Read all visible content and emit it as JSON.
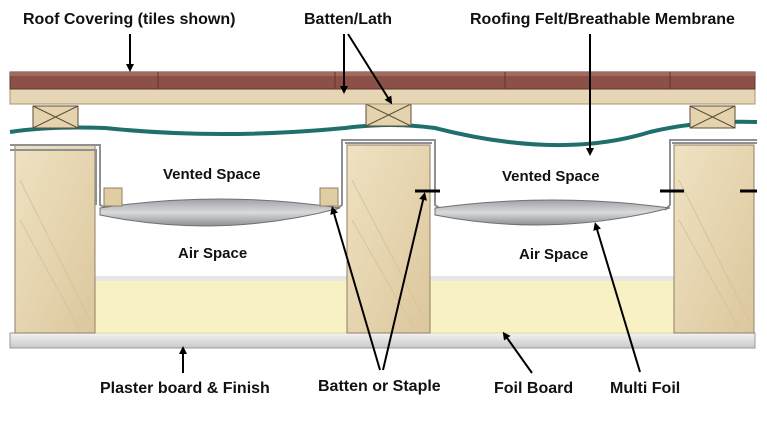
{
  "labels": {
    "roof_covering": "Roof Covering (tiles shown)",
    "batten_lath": "Batten/Lath",
    "roofing_felt": "Roofing Felt/Breathable Membrane",
    "vented_space_left": "Vented Space",
    "vented_space_right": "Vented Space",
    "air_space_left": "Air Space",
    "air_space_right": "Air Space",
    "plaster_board": "Plaster board & Finish",
    "batten_or_staple": "Batten or Staple",
    "foil_board": "Foil Board",
    "multi_foil": "Multi Foil"
  },
  "colors": {
    "tiles": "#8b5148",
    "tile_top": "#9c6356",
    "batten_band": "#e7d6b6",
    "rafter": "#e9d9b5",
    "rafter_edge": "#8f7f65",
    "membrane": "#1f6f6c",
    "foil": "#b7b8bb",
    "foil_board": "#f8f1c4",
    "plaster": "#dcdcdc",
    "arrow": "#000000"
  }
}
